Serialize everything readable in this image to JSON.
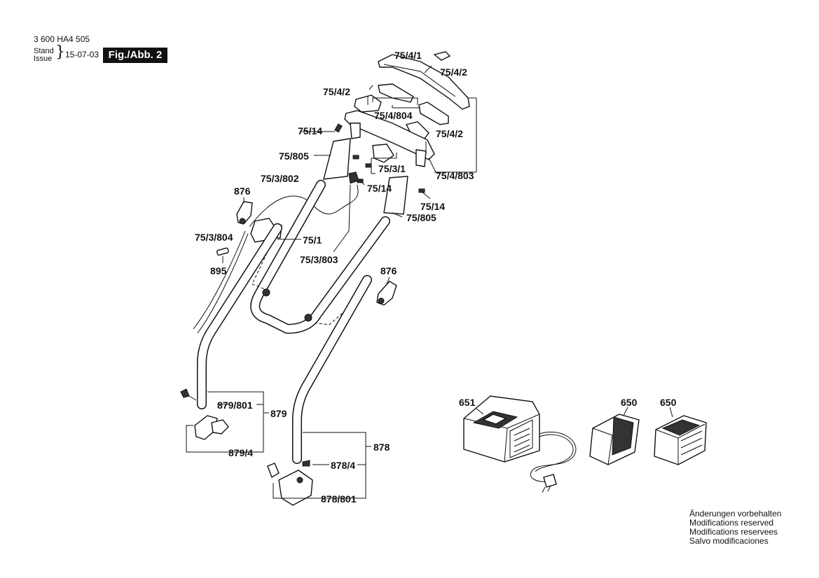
{
  "header": {
    "doc_number": "3 600 HA4 505",
    "stand_label": "Stand",
    "issue_label": "Issue",
    "issue_date": "15-07-03",
    "figure_label": "Fig./Abb. 2"
  },
  "part_labels": {
    "p75_4_1": "75/4/1",
    "p75_4_2_a": "75/4/2",
    "p75_4_2_b": "75/4/2",
    "p75_4_804": "75/4/804",
    "p75_4_2_c": "75/4/2",
    "p75_14_a": "75/14",
    "p75_805_a": "75/805",
    "p75_3_1": "75/3/1",
    "p75_4_803": "75/4/803",
    "p75_3_802": "75/3/802",
    "p75_14_b": "75/14",
    "p876_a": "876",
    "p75_14_c": "75/14",
    "p75_805_b": "75/805",
    "p75_3_804": "75/3/804",
    "p75_1": "75/1",
    "p75_3_803": "75/3/803",
    "p895": "895",
    "p876_b": "876",
    "p879_801": "879/801",
    "p879": "879",
    "p879_4": "879/4",
    "p651": "651",
    "p650_a": "650",
    "p650_b": "650",
    "p878": "878",
    "p878_4": "878/4",
    "p878_801": "878/801"
  },
  "notes": [
    "Änderungen vorbehalten",
    "Modifications reserved",
    "Modifications reservees",
    "Salvo modificaciones"
  ]
}
